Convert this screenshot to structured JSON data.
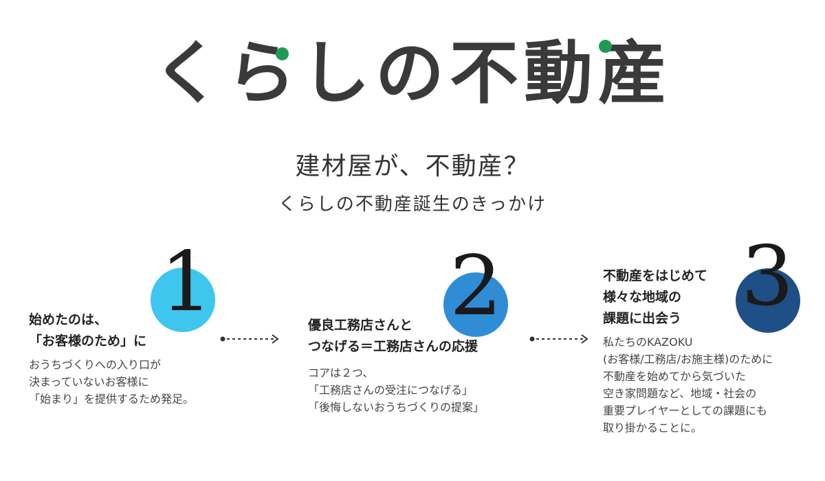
{
  "logo": {
    "text": "くらしの不動産",
    "dot_color": "#1f9a55"
  },
  "headline": {
    "main": "建材屋が、不動産？",
    "sub": "くらしの不動産誕生のきっかけ"
  },
  "steps": [
    {
      "number": "1",
      "circle_color": "#3ec6ee",
      "title": [
        "始めたのは、",
        "「お客様のため」に"
      ],
      "description": [
        "おうちづくりへの入り口が",
        "決まっていないお客様に",
        "「始まり」を提供するため発足。"
      ]
    },
    {
      "number": "2",
      "circle_color": "#2f8dd6",
      "title": [
        "優良工務店さんと",
        "つなげる＝工務店さんの応援"
      ],
      "description": [
        "コアは２つ、",
        "「工務店さんの受注につなげる」",
        "「後悔しないおうちづくりの提案」"
      ]
    },
    {
      "number": "3",
      "circle_color": "#1e4f86",
      "title": [
        "不動産をはじめて",
        "様々な地域の",
        "課題に出会う"
      ],
      "description": [
        "私たちのKAZOKU",
        "(お客様/工務店/お施主様)のために",
        "不動産を始めてから気づいた",
        "空き家問題など、地域・社会の",
        "重要プレイヤーとしての課題にも",
        "取り掛かることに。"
      ]
    }
  ]
}
